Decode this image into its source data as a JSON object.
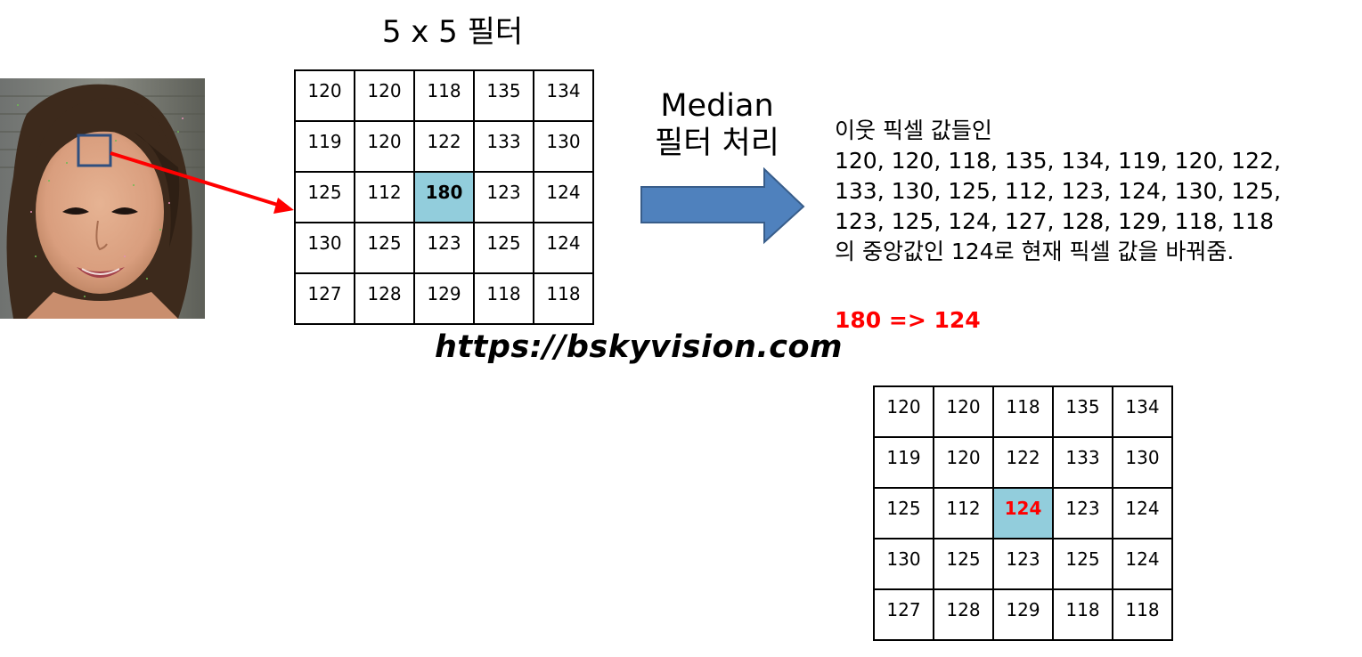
{
  "filter_title": "5 x 5 필터",
  "operation_label": {
    "line1": "Median",
    "line2": "필터 처리"
  },
  "grid_before": {
    "rows": [
      [
        "120",
        "120",
        "118",
        "135",
        "134"
      ],
      [
        "119",
        "120",
        "122",
        "133",
        "130"
      ],
      [
        "125",
        "112",
        "180",
        "123",
        "124"
      ],
      [
        "130",
        "125",
        "123",
        "125",
        "124"
      ],
      [
        "127",
        "128",
        "129",
        "118",
        "118"
      ]
    ]
  },
  "grid_after": {
    "rows": [
      [
        "120",
        "120",
        "118",
        "135",
        "134"
      ],
      [
        "119",
        "120",
        "122",
        "133",
        "130"
      ],
      [
        "125",
        "112",
        "124",
        "123",
        "124"
      ],
      [
        "130",
        "125",
        "123",
        "125",
        "124"
      ],
      [
        "127",
        "128",
        "129",
        "118",
        "118"
      ]
    ]
  },
  "description": [
    "이웃 픽셀 값들인",
    "120, 120, 118, 135, 134, 119, 120, 122,",
    "133, 130, 125, 112, 123, 124, 130, 125,",
    "123, 125, 124, 127, 128, 129, 118, 118",
    "의 중앙값인 124로 현재 픽셀 값을 바꿔줌."
  ],
  "result": "180 => 124",
  "watermark": "https://bskyvision.com",
  "colors": {
    "center_cell": "#92cddc",
    "red_arrow": "#ff0000",
    "block_arrow": "#4f81bd",
    "selection_box": "#2f4f7f",
    "result_text": "#ff0000"
  }
}
